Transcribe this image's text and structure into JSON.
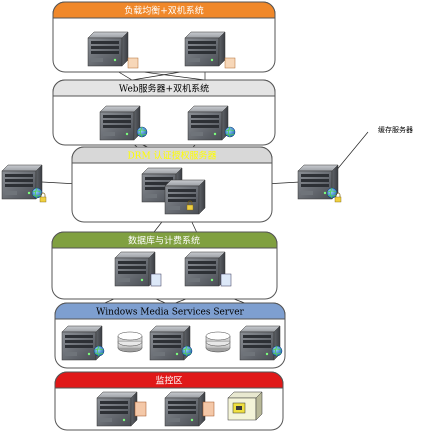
{
  "tiers": [
    {
      "id": "load-balance",
      "title": "负载均衡+双机系统",
      "header_color": "#f0882a",
      "title_color": "#ffffff"
    },
    {
      "id": "web",
      "title": "Web服务器+双机系统",
      "header_color": "#e4e4e4",
      "title_color": "#000000"
    },
    {
      "id": "drm",
      "title": "DRM 认证授权服务器",
      "header_color": "#d8d8d8",
      "title_color": "#ffff00"
    },
    {
      "id": "database",
      "title": "数据库与计费系统",
      "header_color": "#80a040",
      "title_color": "#ffffff"
    },
    {
      "id": "wms",
      "title": "Windows Media Services Server",
      "header_color": "#7e9fd0",
      "title_color": "#000000"
    },
    {
      "id": "monitor",
      "title": "监控区",
      "header_color": "#e01818",
      "title_color": "#ffffff"
    }
  ],
  "labels": {
    "cache_server": "缓存服务器"
  },
  "icons": [
    "server-icon",
    "globe-icon",
    "disk-storage-icon",
    "monitor-camera-icon",
    "lock-icon"
  ]
}
